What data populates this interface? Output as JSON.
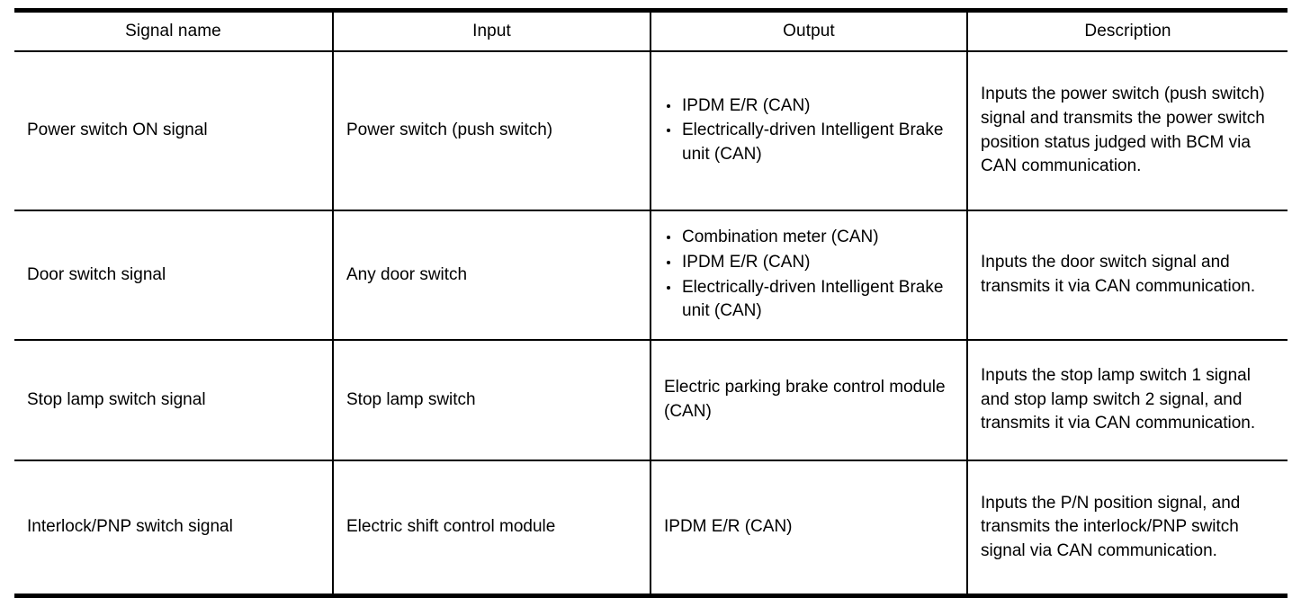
{
  "table": {
    "columns": [
      {
        "key": "signal_name",
        "label": "Signal name"
      },
      {
        "key": "input",
        "label": "Input"
      },
      {
        "key": "output",
        "label": "Output"
      },
      {
        "key": "description",
        "label": "Description"
      }
    ],
    "rows": [
      {
        "signal_name": "Power switch ON signal",
        "input": "Power switch (push switch)",
        "output_items": [
          "IPDM E/R (CAN)",
          "Electrically-driven Intelligent Brake unit (CAN)"
        ],
        "output_text": "",
        "description": "Inputs the power switch (push switch) signal and transmits the power switch position status judged with BCM via CAN communication."
      },
      {
        "signal_name": "Door switch signal",
        "input": "Any door switch",
        "output_items": [
          "Combination meter (CAN)",
          "IPDM E/R (CAN)",
          "Electrically-driven Intelligent Brake unit (CAN)"
        ],
        "output_text": "",
        "description": "Inputs the door switch signal and transmits it via CAN communication."
      },
      {
        "signal_name": "Stop lamp switch signal",
        "input": "Stop lamp switch",
        "output_items": [],
        "output_text": "Electric parking brake control module (CAN)",
        "description": "Inputs the stop lamp switch 1 signal and stop lamp switch 2 signal, and transmits it via CAN communication."
      },
      {
        "signal_name": "Interlock/PNP switch signal",
        "input": "Electric shift control module",
        "output_items": [],
        "output_text": "IPDM E/R (CAN)",
        "description": "Inputs the P/N position signal, and transmits the interlock/PNP switch signal via CAN communication."
      }
    ]
  },
  "style": {
    "text_color": "#000000",
    "background_color": "#ffffff",
    "border_color": "#000000"
  }
}
